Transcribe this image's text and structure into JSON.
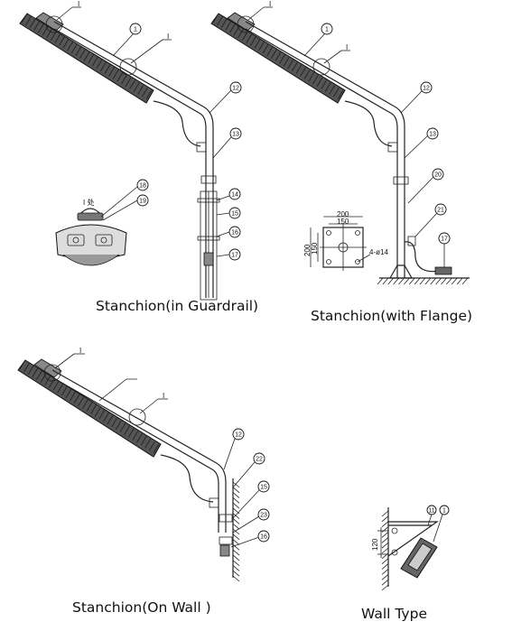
{
  "captions": {
    "guardrail": "Stanchion(in Guardrail)",
    "flange": "Stanchion(with Flange)",
    "wall": "Stanchion(On Wall )",
    "wall_type": "Wall Type"
  },
  "detail_labels": {
    "section_mark": "I",
    "detail_title": "I 处"
  },
  "callouts": {
    "guardrail": [
      "1",
      "12",
      "13",
      "14",
      "15",
      "16",
      "17"
    ],
    "detail": [
      "18",
      "19"
    ],
    "flange": [
      "1",
      "12",
      "13",
      "20",
      "21",
      "17"
    ],
    "wall": [
      "12",
      "22",
      "15",
      "23",
      "16"
    ],
    "wall_type": [
      "11",
      "1"
    ]
  },
  "dimensions": {
    "outer_width": "200",
    "inner_width": "150",
    "outer_height": "200",
    "inner_height": "150",
    "holes": "4-ø14",
    "bracket_height": "120"
  },
  "colors": {
    "line": "#222222",
    "fixture_body": "#555555",
    "background": "#ffffff"
  }
}
